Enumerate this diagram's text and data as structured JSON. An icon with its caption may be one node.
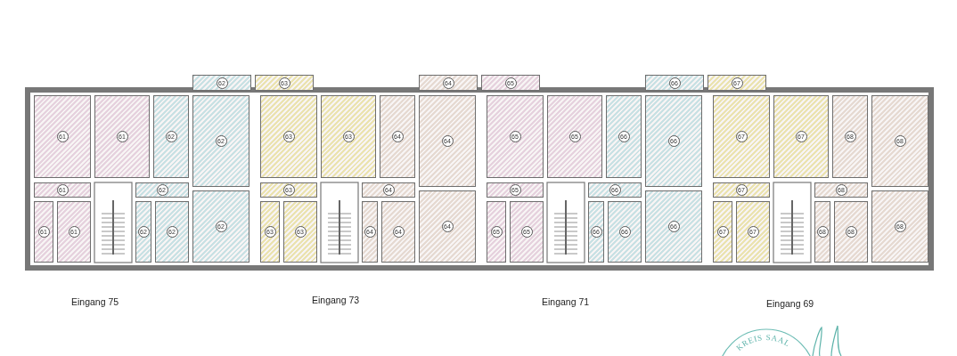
{
  "diagram": {
    "nodes": [
      {
        "text": [
          "62"
        ]
      },
      {
        "text": [
          "61"
        ]
      },
      {
        "text": [
          "61"
        ]
      },
      {
        "text": [
          "62"
        ]
      },
      {
        "text": [
          "62"
        ]
      },
      {
        "text": [
          "61"
        ]
      },
      {
        "text": [
          "62"
        ]
      },
      {
        "text": [
          "62"
        ]
      },
      {
        "text": [
          "61"
        ]
      },
      {
        "text": [
          "61"
        ]
      },
      {
        "text": [
          "62"
        ]
      },
      {
        "text": [
          "62"
        ]
      },
      {
        "text": [
          "63"
        ]
      },
      {
        "text": [
          "64"
        ]
      },
      {
        "text": [
          "63"
        ]
      },
      {
        "text": [
          "63"
        ]
      },
      {
        "text": [
          "64"
        ]
      },
      {
        "text": [
          "64"
        ]
      },
      {
        "text": [
          "63"
        ]
      },
      {
        "text": [
          "64"
        ]
      },
      {
        "text": [
          "64"
        ]
      },
      {
        "text": [
          "63"
        ]
      },
      {
        "text": [
          "63"
        ]
      },
      {
        "text": [
          "64"
        ]
      },
      {
        "text": [
          "64"
        ]
      },
      {
        "text": [
          "65"
        ]
      },
      {
        "text": [
          "66"
        ]
      },
      {
        "text": [
          "65"
        ]
      },
      {
        "text": [
          "65"
        ]
      },
      {
        "text": [
          "66"
        ]
      },
      {
        "text": [
          "66"
        ]
      },
      {
        "text": [
          "65"
        ]
      },
      {
        "text": [
          "66"
        ]
      },
      {
        "text": [
          "66"
        ]
      },
      {
        "text": [
          "65"
        ]
      },
      {
        "text": [
          "65"
        ]
      },
      {
        "text": [
          "66"
        ]
      },
      {
        "text": [
          "66"
        ]
      },
      {
        "text": [
          "67"
        ]
      },
      {
        "text": [
          "67"
        ]
      },
      {
        "text": [
          "67"
        ]
      },
      {
        "text": [
          "68"
        ]
      },
      {
        "text": [
          "68"
        ]
      },
      {
        "text": [
          "67"
        ]
      },
      {
        "text": [
          "68"
        ]
      },
      {
        "text": [
          "68"
        ]
      },
      {
        "text": [
          "67"
        ]
      },
      {
        "text": [
          "67"
        ]
      },
      {
        "text": [
          "68"
        ]
      },
      {
        "text": [
          "68"
        ]
      }
    ],
    "labels": [
      "Eingang 75",
      "Eingang 73",
      "Eingang 71",
      "Eingang 69",
      "KREIS SAAL"
    ]
  }
}
